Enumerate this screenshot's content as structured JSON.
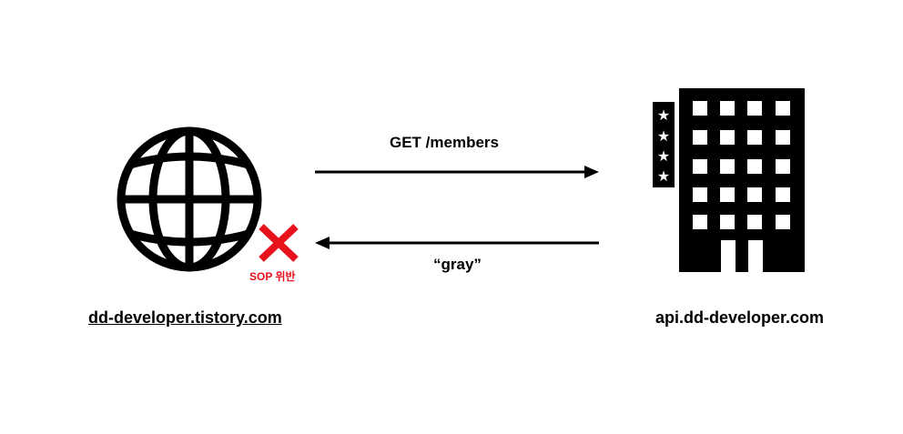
{
  "client": {
    "domain": "dd-developer.tistory.com"
  },
  "server": {
    "domain": "api.dd-developer.com"
  },
  "request": {
    "label": "GET /members"
  },
  "response": {
    "label": "“gray”"
  },
  "violation": {
    "label": "SOP 위반",
    "color": "#e8121c"
  },
  "icons": {
    "client": "globe-icon",
    "server": "building-icon",
    "status": "blocked-x-icon"
  }
}
